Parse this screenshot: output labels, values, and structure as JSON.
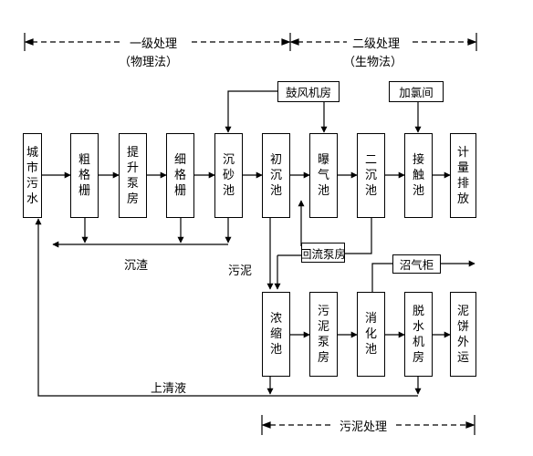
{
  "sections": {
    "primary": {
      "title": "一级处理",
      "subtitle": "（物理法）"
    },
    "secondary": {
      "title": "二级处理",
      "subtitle": "（生物法）"
    },
    "sludge": {
      "title": "污泥处理"
    }
  },
  "process_boxes": {
    "city_sewage": "城市污水",
    "coarse_screen": "粗格栅",
    "lift_pump": "提升泵房",
    "fine_screen": "细格栅",
    "grit_chamber": "沉砂池",
    "primary_clarifier": "初沉池",
    "aeration_tank": "曝气池",
    "secondary_clarifier": "二沉池",
    "contact_tank": "接触池",
    "metered_discharge": "计量排放"
  },
  "sludge_boxes": {
    "thickener": "浓缩池",
    "sludge_pump": "污泥泵房",
    "digester": "消化池",
    "dewatering": "脱水机房",
    "cake_transport": "泥饼外运"
  },
  "aux_boxes": {
    "blower": "鼓风机房",
    "chlorination": "加氯间",
    "return_pump": "回流泵房",
    "biogas_holder": "沼气柜"
  },
  "labels": {
    "screenings": "沉渣",
    "sludge": "污泥",
    "supernatant": "上清液"
  }
}
